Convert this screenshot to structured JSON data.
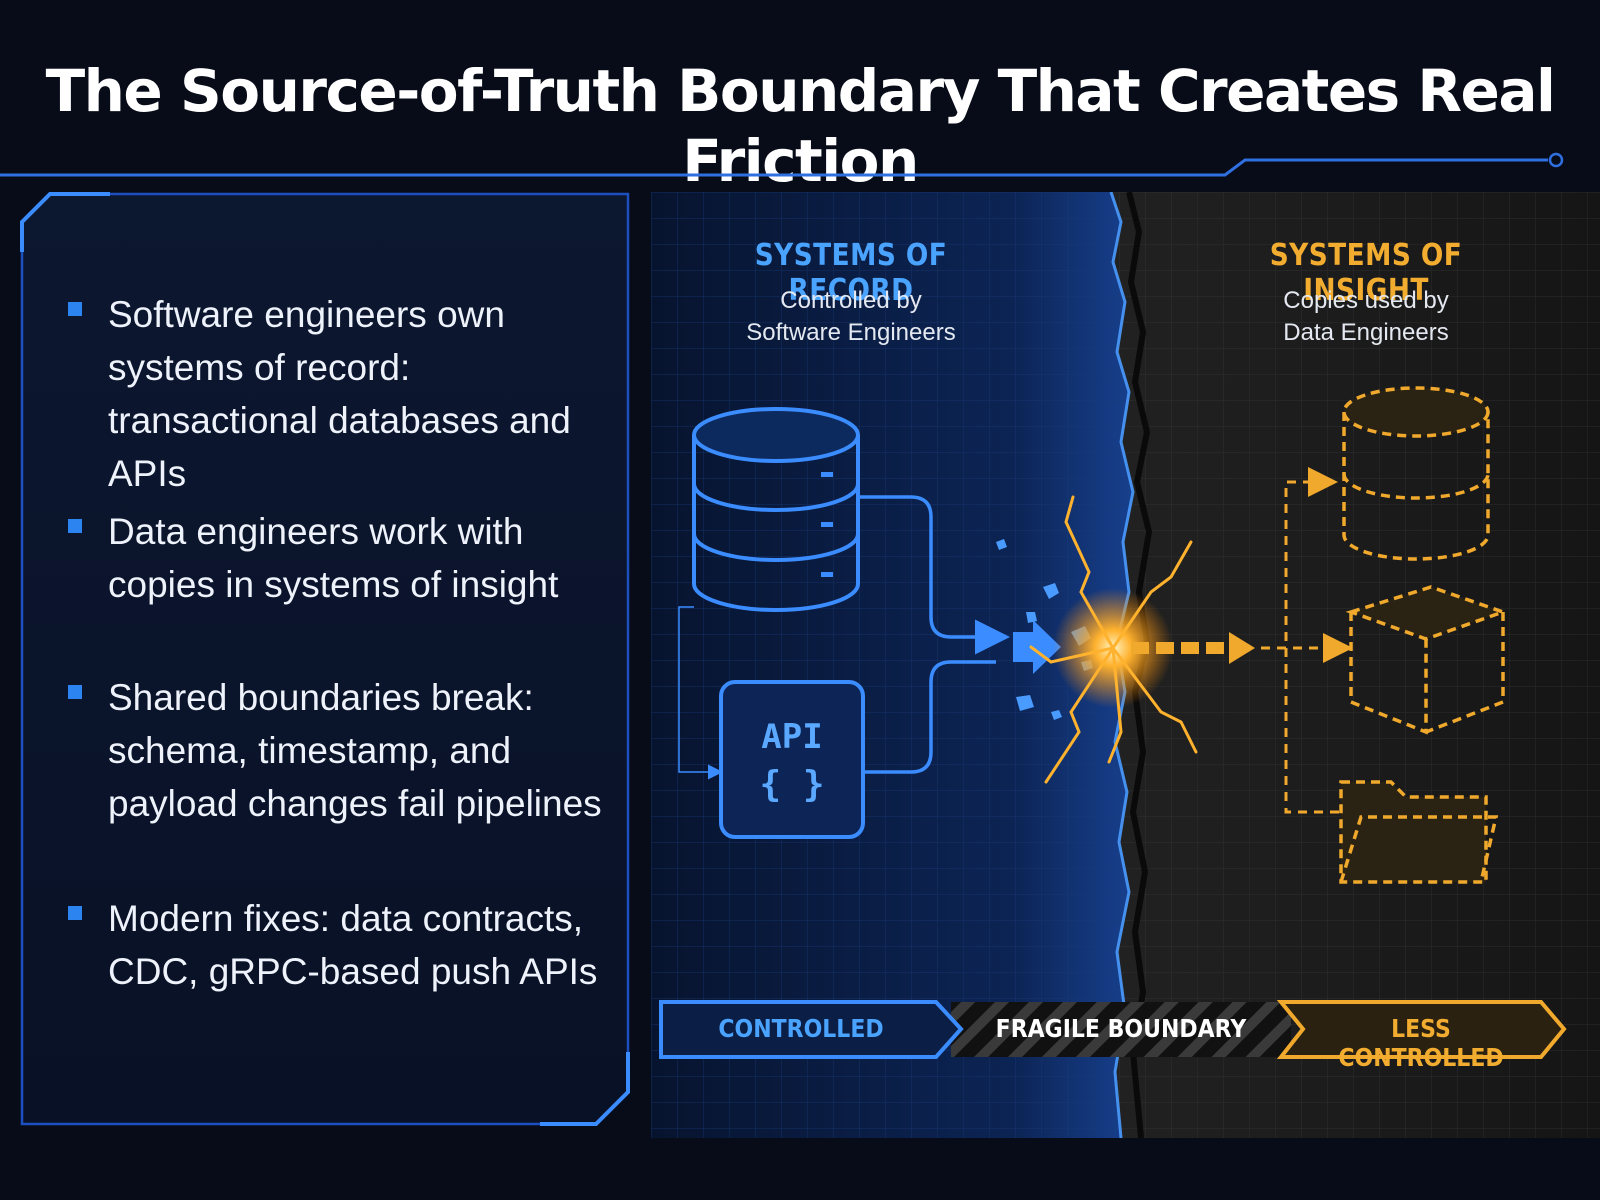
{
  "title": "The Source-of-Truth Boundary That Creates Real Friction",
  "bullets": [
    "Software engineers own systems of record: transactional databases and APIs",
    "Data engineers work with copies in systems of insight",
    "Shared boundaries break: schema, timestamp, and payload changes fail pipelines",
    "Modern fixes: data contracts, CDC, gRPC-based push APIs"
  ],
  "record": {
    "title": "SYSTEMS OF RECORD",
    "subtitle_line1": "Controlled by",
    "subtitle_line2": "Software Engineers",
    "api_text": "API",
    "api_braces": "{ }"
  },
  "insight": {
    "title": "SYSTEMS OF INSIGHT",
    "subtitle_line1": "Copies used by",
    "subtitle_line2": "Data Engineers"
  },
  "band": {
    "controlled": "CONTROLLED",
    "fragile": "FRAGILE BOUNDARY",
    "less_controlled": "LESS CONTROLLED"
  },
  "colors": {
    "blue_accent": "#3b8cff",
    "orange_accent": "#f0a92c",
    "background": "#070c18"
  },
  "icons": {
    "record_side": [
      "database-icon",
      "api-icon"
    ],
    "insight_side": [
      "database-icon",
      "cube-icon",
      "folder-icon"
    ]
  }
}
